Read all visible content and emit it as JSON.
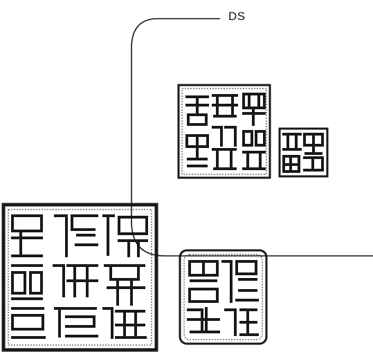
{
  "figure": {
    "callout_label": "DS"
  },
  "seals": [
    {
      "id": "seal-large-bottom-left",
      "characters": 9
    },
    {
      "id": "seal-upper-middle",
      "characters": 6
    },
    {
      "id": "seal-small-upper-right",
      "characters": 4
    },
    {
      "id": "seal-bottom-middle",
      "characters": 4
    }
  ],
  "colors": {
    "ink": "#1a1a1a",
    "background": "#ffffff"
  }
}
